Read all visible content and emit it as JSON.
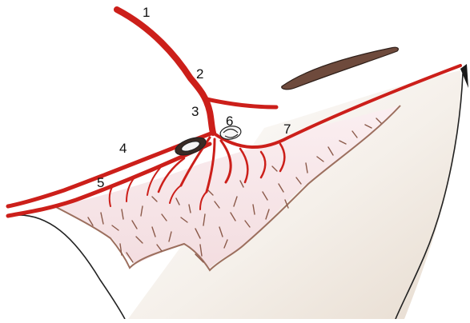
{
  "labels": {
    "l1": "1",
    "l2": "2",
    "l3": "3",
    "l4": "4",
    "l5": "5",
    "l6": "6",
    "l7": "7"
  },
  "colors": {
    "vessel": "#cc1f1a",
    "vessel_dark": "#a5120f",
    "tissue_fill": "#f6e6e8",
    "tissue_edge": "#9c6f5e",
    "fiber": "#8b5a4a",
    "background_shade": "#ece4dc",
    "outline": "#222222"
  }
}
